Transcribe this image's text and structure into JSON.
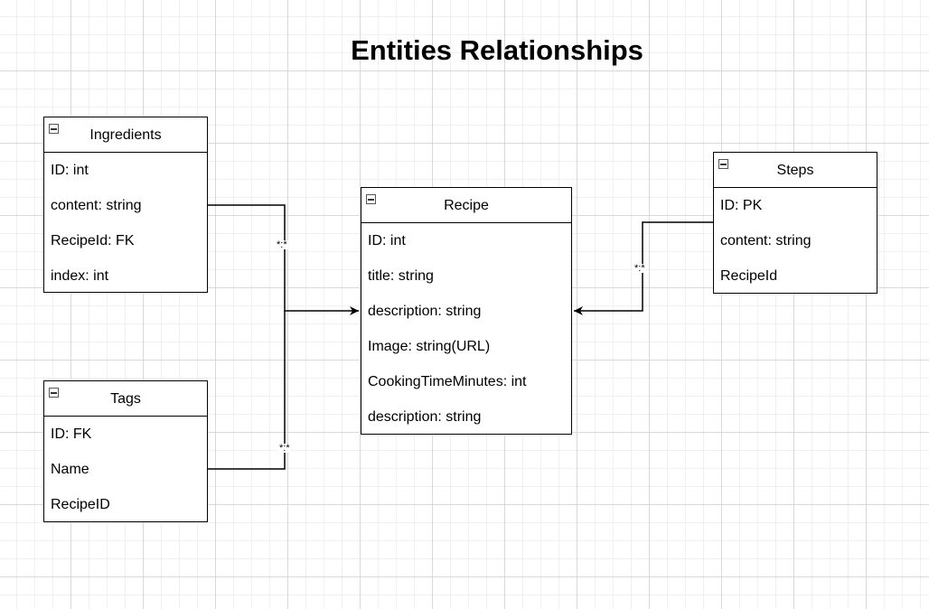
{
  "title": "Entities Relationships",
  "entities": {
    "ingredients": {
      "name": "Ingredients",
      "fields": [
        "ID: int",
        "content: string",
        "RecipeId: FK",
        "index: int"
      ]
    },
    "tags": {
      "name": "Tags",
      "fields": [
        "ID: FK",
        "Name",
        "RecipeID"
      ]
    },
    "recipe": {
      "name": "Recipe",
      "fields": [
        "ID: int",
        "title: string",
        "description: string",
        "Image: string(URL)",
        "CookingTimeMinutes: int",
        "description: string"
      ]
    },
    "steps": {
      "name": "Steps",
      "fields": [
        "ID: PK",
        "content: string",
        "RecipeId"
      ]
    }
  },
  "relations": {
    "ingredients_recipe": "*:*",
    "tags_recipe": "*:*",
    "steps_recipe": "*:*"
  },
  "icons": {
    "collapse": "minus-square-icon"
  },
  "colors": {
    "line": "#000000",
    "grid": "#d9d9d9"
  }
}
